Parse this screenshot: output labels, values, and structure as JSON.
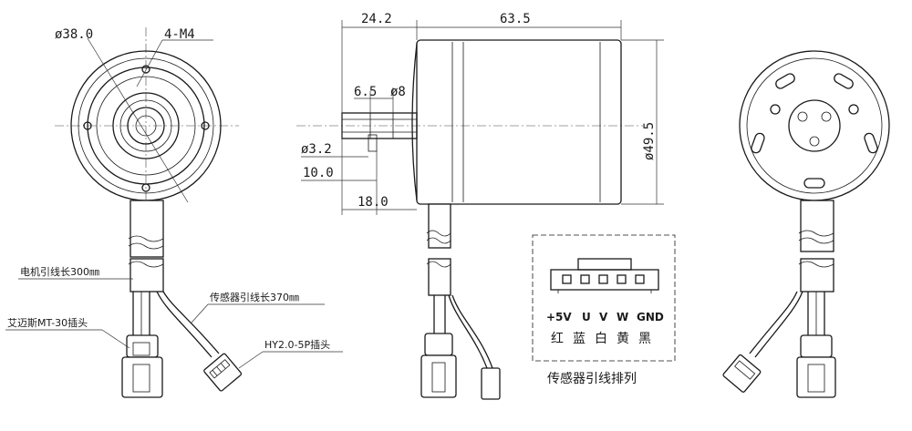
{
  "front_view": {
    "dia_outer": "ø38.0",
    "holes": "4-M4",
    "motor_lead": "电机引线长300㎜",
    "motor_plug": "艾迈斯MT-30插头",
    "sensor_lead": "传感器引线长370㎜",
    "sensor_plug": "HY2.0-5P插头"
  },
  "side_view": {
    "dim_top_left": "24.2",
    "dim_top_right": "63.5",
    "dim_65": "6.5",
    "dim_phi8": "ø8",
    "dim_phi32": "ø3.2",
    "dim_10": "10.0",
    "dim_18": "18.0",
    "dim_dia": "ø49.5"
  },
  "connector": {
    "labels": [
      "+5V",
      "U",
      "V",
      "W",
      "GND"
    ],
    "colors": [
      "红",
      "蓝",
      "白",
      "黄",
      "黑"
    ],
    "caption": "传感器引线排列"
  }
}
